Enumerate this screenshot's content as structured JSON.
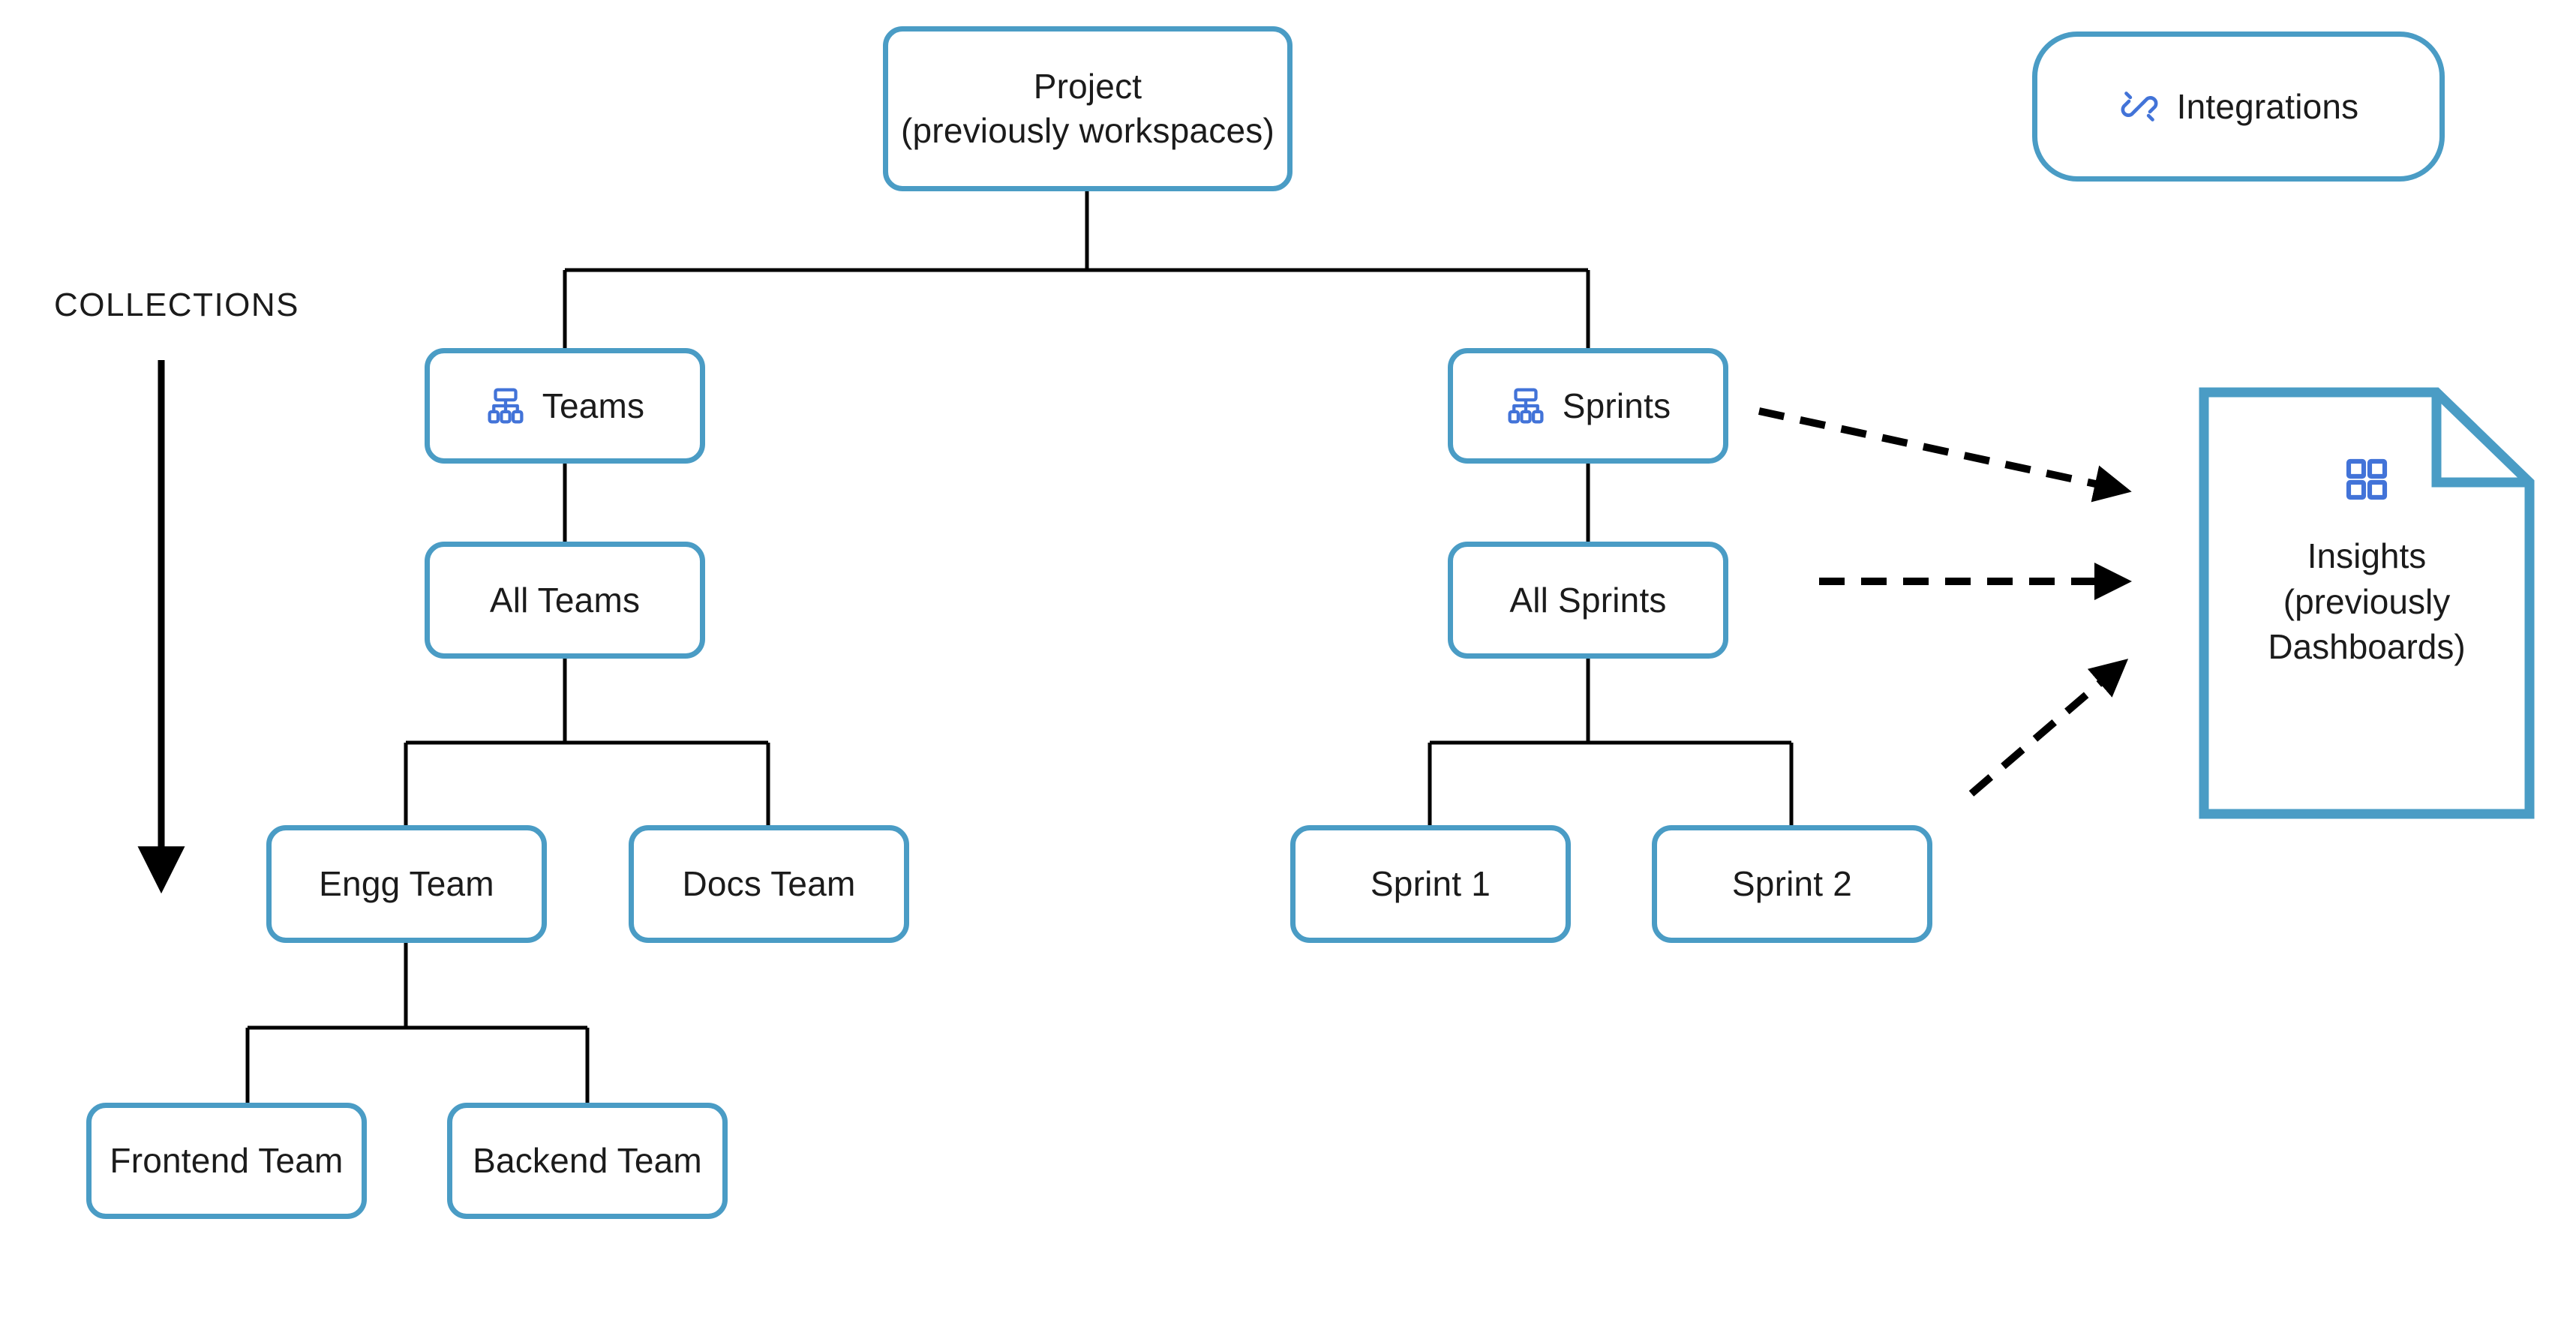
{
  "diagram": {
    "title": "Project hierarchy and collections",
    "type": "tree-diagram",
    "colors": {
      "node_border": "#4a9cc5",
      "node_fill": "#ffffff",
      "connector": "#000000",
      "icon_blue": "#4273d8",
      "text": "#1b1b1b",
      "background": "#ffffff"
    }
  },
  "annotations": {
    "collections_label": "COLLECTIONS",
    "collections_arrow_icon": "down-arrow-icon"
  },
  "nodes": {
    "project": {
      "label": "Project\n(previously workspaces)"
    },
    "integrations": {
      "label": "Integrations",
      "icon": "plug-connector-icon"
    },
    "teams": {
      "label": "Teams",
      "icon": "org-hierarchy-icon"
    },
    "sprints": {
      "label": "Sprints",
      "icon": "org-hierarchy-icon"
    },
    "all_teams": {
      "label": "All Teams"
    },
    "all_sprints": {
      "label": "All Sprints"
    },
    "engg_team": {
      "label": "Engg Team"
    },
    "docs_team": {
      "label": "Docs Team"
    },
    "sprint_1": {
      "label": "Sprint 1"
    },
    "sprint_2": {
      "label": "Sprint 2"
    },
    "frontend_team": {
      "label": "Frontend Team"
    },
    "backend_team": {
      "label": "Backend Team"
    },
    "insights": {
      "label": "Insights\n(previously\nDashboards)",
      "icon": "grid-dashboard-icon",
      "shape": "document-folded-corner"
    }
  },
  "edges": [
    {
      "from": "project",
      "to": "teams",
      "style": "solid"
    },
    {
      "from": "project",
      "to": "sprints",
      "style": "solid"
    },
    {
      "from": "teams",
      "to": "all_teams",
      "style": "solid"
    },
    {
      "from": "all_teams",
      "to": "engg_team",
      "style": "solid"
    },
    {
      "from": "all_teams",
      "to": "docs_team",
      "style": "solid"
    },
    {
      "from": "engg_team",
      "to": "frontend_team",
      "style": "solid"
    },
    {
      "from": "engg_team",
      "to": "backend_team",
      "style": "solid"
    },
    {
      "from": "sprints",
      "to": "all_sprints",
      "style": "solid"
    },
    {
      "from": "all_sprints",
      "to": "sprint_1",
      "style": "solid"
    },
    {
      "from": "all_sprints",
      "to": "sprint_2",
      "style": "solid"
    },
    {
      "from": "sprints",
      "to": "insights",
      "style": "dashed-arrow"
    },
    {
      "from": "all_sprints",
      "to": "insights",
      "style": "dashed-arrow"
    },
    {
      "from": "sprint_2",
      "to": "insights",
      "style": "dashed-arrow"
    }
  ]
}
